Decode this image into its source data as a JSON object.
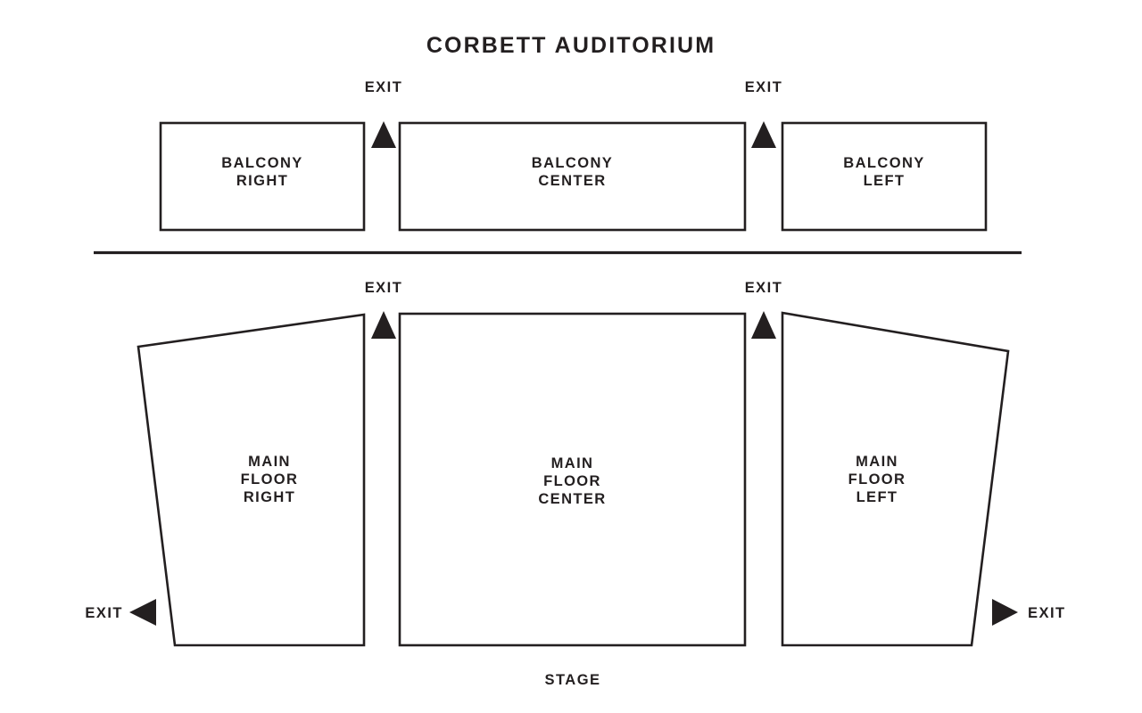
{
  "title": "CORBETT AUDITORIUM",
  "colors": {
    "background": "#ffffff",
    "ink": "#231f20",
    "section_fill": "#ffffff"
  },
  "labels": {
    "exit": "EXIT",
    "stage": "STAGE"
  },
  "balcony": {
    "right": {
      "line1": "BALCONY",
      "line2": "RIGHT"
    },
    "center": {
      "line1": "BALCONY",
      "line2": "CENTER"
    },
    "left": {
      "line1": "BALCONY",
      "line2": "LEFT"
    }
  },
  "main_floor": {
    "right": {
      "line1": "MAIN",
      "line2": "FLOOR",
      "line3": "RIGHT"
    },
    "center": {
      "line1": "MAIN",
      "line2": "FLOOR",
      "line3": "CENTER"
    },
    "left": {
      "line1": "MAIN",
      "line2": "FLOOR",
      "line3": "LEFT"
    }
  },
  "exits": {
    "balcony_inner_right": "EXIT",
    "balcony_inner_left": "EXIT",
    "main_inner_right": "EXIT",
    "main_inner_left": "EXIT",
    "main_side_right": "EXIT",
    "main_side_left": "EXIT"
  },
  "icons": {
    "arrow_up": "triangle-up-icon",
    "arrow_left": "triangle-left-icon",
    "arrow_right": "triangle-right-icon"
  }
}
